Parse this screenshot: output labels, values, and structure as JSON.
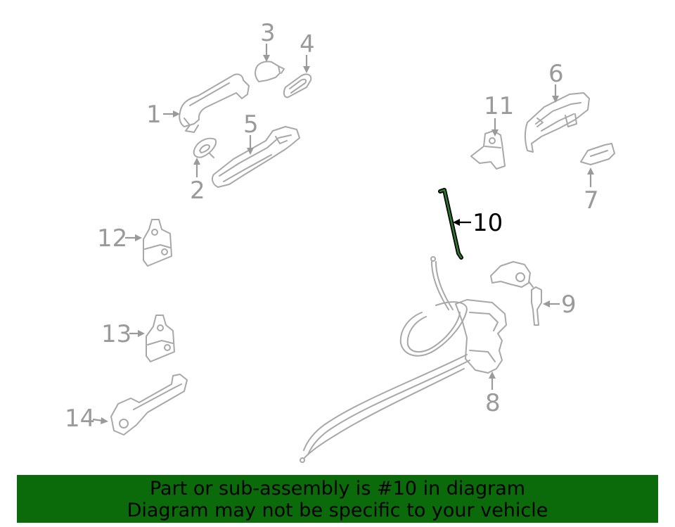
{
  "diagram": {
    "highlighted_part": "10",
    "callouts": [
      "1",
      "2",
      "3",
      "4",
      "5",
      "6",
      "7",
      "8",
      "9",
      "10",
      "11",
      "12",
      "13",
      "14"
    ]
  },
  "banner": {
    "line1": "Part or sub-assembly is #10 in diagram",
    "line2": "Diagram may not be specific to your vehicle",
    "background": "#0b6b0b"
  },
  "colors": {
    "part_outline": "#a8a8a8",
    "highlight": "#000000",
    "highlight_inner": "#2e7d2e"
  }
}
